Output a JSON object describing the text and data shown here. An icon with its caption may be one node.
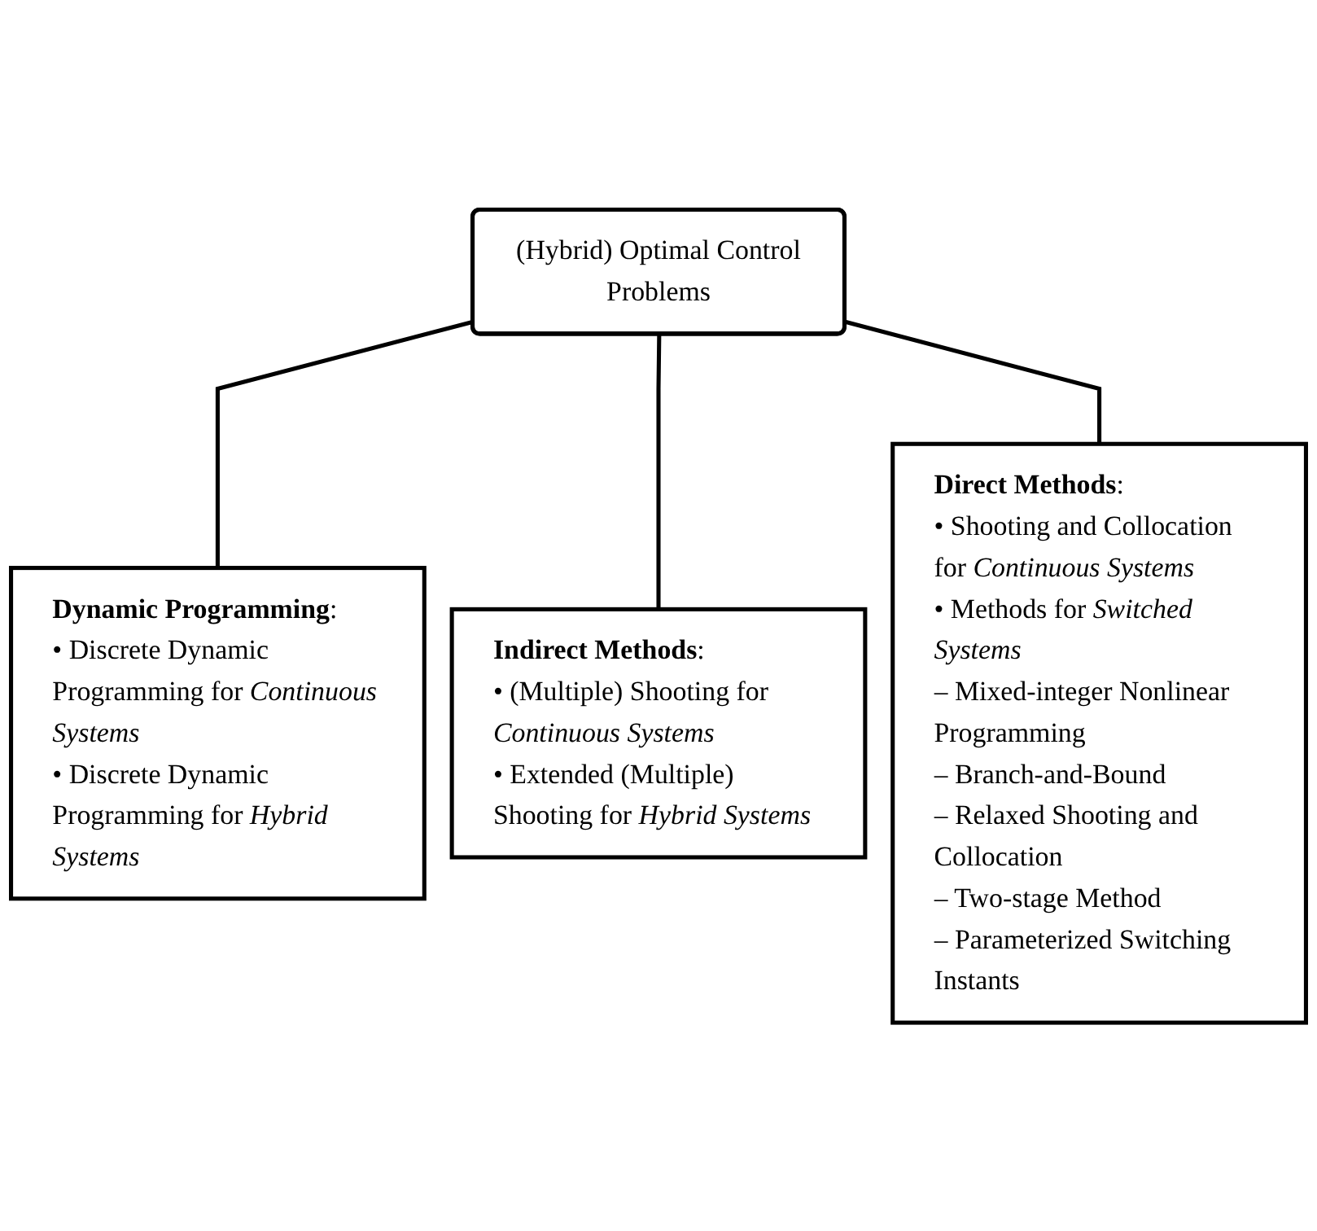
{
  "diagram": {
    "nodes": [
      {
        "text": [
          "(Hybrid) Optimal Control Problems"
        ]
      },
      {
        "text": [
          "**Dynamic Programming**:",
          "• Discrete Dynamic Programming for *Continuous Systems*",
          "• Discrete Dynamic Programming for *Hybrid Systems*"
        ]
      },
      {
        "text": [
          "**Indirect Methods**:",
          "• (Multiple) Shooting for *Continuous Systems*",
          "• Extended (Multiple) Shooting for *Hybrid Systems*"
        ]
      },
      {
        "text": [
          "**Direct Methods**:",
          "• Shooting and Collocation for *Continuous Systems*",
          "• Methods for *Switched Systems*",
          "– Mixed-integer Nonlinear Programming",
          "– Branch-and-Bound",
          "– Relaxed Shooting and Collocation",
          "– Two-stage Method",
          "– Parameterized Switching Instants"
        ]
      }
    ],
    "edges": [
      {
        "from": 0,
        "to": 1,
        "arrow": "none"
      },
      {
        "from": 0,
        "to": 2,
        "arrow": "none"
      },
      {
        "from": 0,
        "to": 3,
        "arrow": "none"
      }
    ]
  }
}
